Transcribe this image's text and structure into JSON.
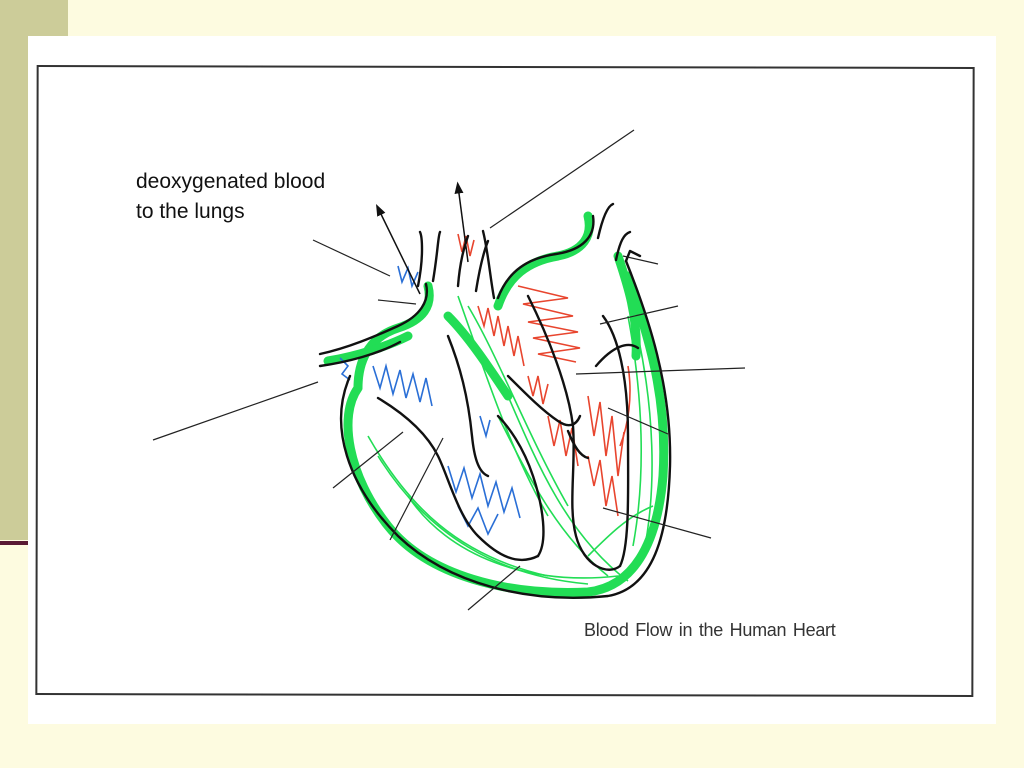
{
  "slide": {
    "annotation_line1": "deoxygenated blood",
    "annotation_line2": "to the lungs",
    "caption": "Blood  Flow  in the Human Heart"
  },
  "colors": {
    "background": "#fdfbe0",
    "sidebar": "#cccc99",
    "accent": "#5a1a33",
    "outline": "#111111",
    "muscle": "#22dd55",
    "oxygenated": "#e8452e",
    "deoxygenated": "#2a6fd6"
  },
  "icons": [
    "heart-diagram",
    "arrow-up-icon"
  ]
}
